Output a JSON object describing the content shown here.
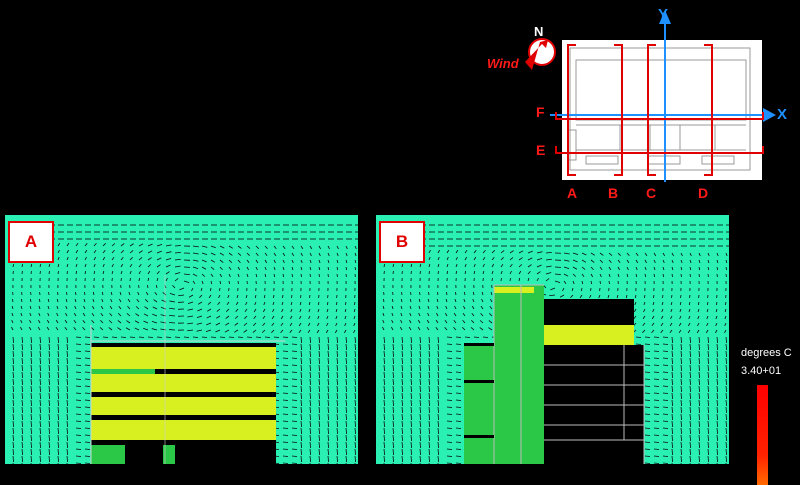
{
  "key_plan": {
    "north_label": "N",
    "wind_label": "Wind",
    "axis_y": "Y",
    "axis_x": "X",
    "sections_vertical": [
      "A",
      "B",
      "C",
      "D"
    ],
    "sections_horizontal": [
      "F",
      "E"
    ],
    "section_color": "#e00000",
    "axis_color": "#1e90ff"
  },
  "panels": [
    {
      "label": "A"
    },
    {
      "label": "B"
    }
  ],
  "legend": {
    "title": "degrees C",
    "top_value": "3.40+01"
  },
  "colors": {
    "ambient": "#2af0b4",
    "interior_warm": "#d8f020",
    "interior_mid": "#2ac846",
    "building": "#000000",
    "background": "#000000"
  }
}
